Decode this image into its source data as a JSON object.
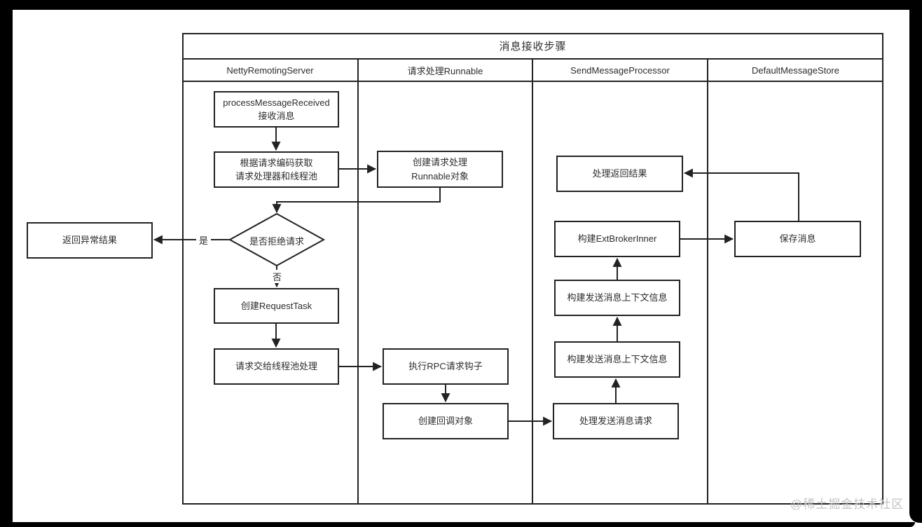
{
  "diagram": {
    "title": "消息接收步骤",
    "lanes": [
      {
        "label": "NettyRemotingServer"
      },
      {
        "label": "请求处理Runnable"
      },
      {
        "label": "SendMessageProcessor"
      },
      {
        "label": "DefaultMessageStore"
      }
    ],
    "nodes": {
      "process_message_received": "processMessageReceived\n接收消息",
      "get_processor_threadpool": "根据请求编码获取\n请求处理器和线程池",
      "reject_decision": "是否拒绝请求",
      "return_exception": "返回异常结果",
      "create_request_task": "创建RequestTask",
      "submit_threadpool": "请求交给线程池处理",
      "create_runnable": "创建请求处理\nRunnable对象",
      "run_rpc_hook": "执行RPC请求钩子",
      "create_callback": "创建回调对象",
      "handle_return_result": "处理返回结果",
      "build_ext_broker_inner": "构建ExtBrokerInner",
      "build_send_context_upper": "构建发送消息上下文信息",
      "build_send_context_lower": "构建发送消息上下文信息",
      "handle_send_request": "处理发送消息请求",
      "save_message": "保存消息"
    },
    "edge_labels": {
      "yes": "是",
      "no": "否"
    },
    "colors": {
      "line": "#222222",
      "text": "#2d2d2d",
      "watermark": "#c3c3c3"
    }
  },
  "watermark": "@稀土掘金技术社区"
}
